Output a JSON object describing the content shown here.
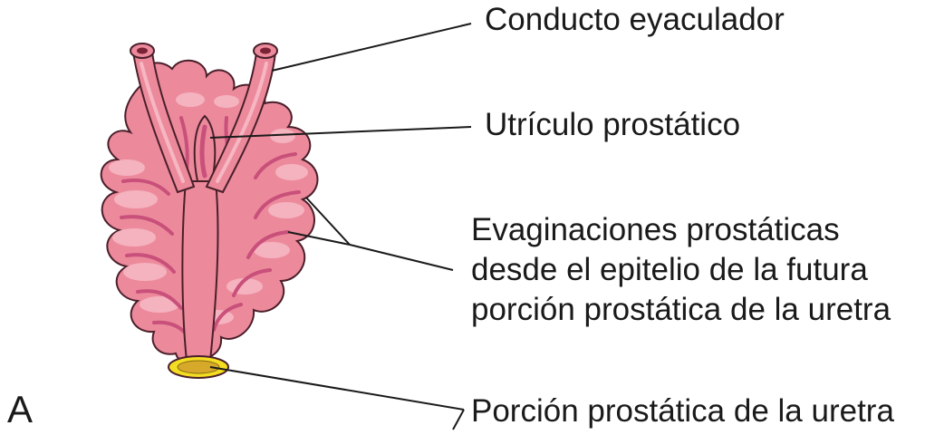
{
  "panel_letter": "A",
  "labels": {
    "conducto": "Conducto eyaculador",
    "utriculo": "Utrículo prostático",
    "evaginaciones_1": "Evaginaciones prostáticas",
    "evaginaciones_2": "desde el epitelio de la futura",
    "evaginaciones_3": "porción prostática de la uretra",
    "porcion": "Porción prostática de la uretra"
  },
  "colors": {
    "tissue": "#ec8a9c",
    "tissue_light": "#f6b7c3",
    "tissue_dark": "#c8507a",
    "outline": "#4a1f2a",
    "urethra_ring": "#f3dc22",
    "urethra_inner": "#d6a92a"
  }
}
